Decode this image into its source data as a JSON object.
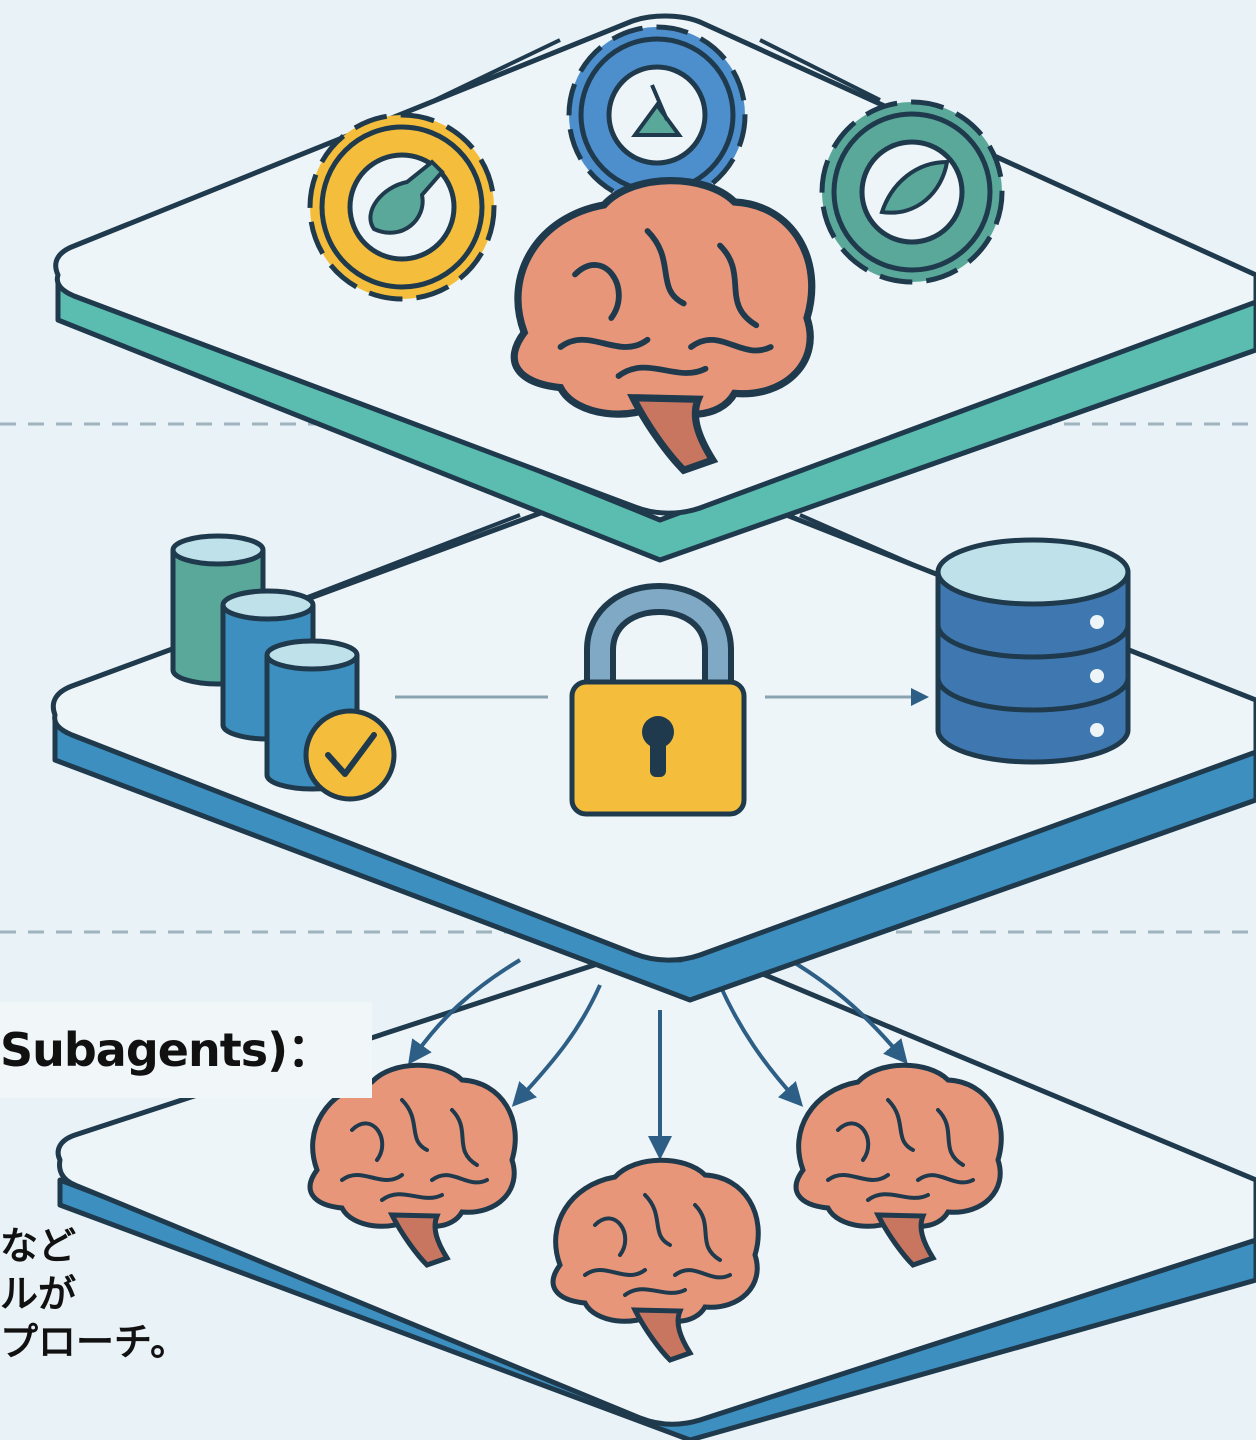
{
  "labels": {
    "subagents": "Subagents)：",
    "description_lines": [
      "など",
      "ルが",
      "プローチ。"
    ]
  },
  "colors": {
    "background": "#e9f2f6",
    "platform_top": "#eef5f8",
    "platform_teal_edge": "#5bbcb0",
    "platform_blue_edge": "#3d8fbf",
    "outline": "#1f3a4d",
    "gear_yellow": "#f4bd3b",
    "gear_blue": "#4d8fcc",
    "gear_teal": "#5aa89a",
    "brain": "#e8967a",
    "lock_yellow": "#f4bd3b",
    "database_blue": "#3f78b0"
  },
  "icons": [
    "gear-icon",
    "brain-icon",
    "cylinder-icon",
    "checkmark-icon",
    "lock-icon",
    "database-icon",
    "arrow-icon"
  ]
}
